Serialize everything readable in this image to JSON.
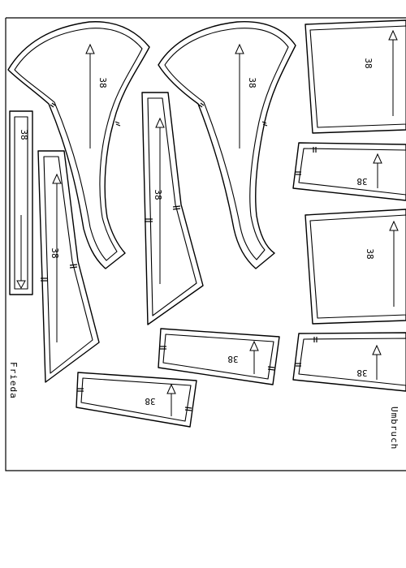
{
  "sheet": {
    "name_label": "Frieda",
    "fold_label": "Umbruch"
  },
  "pieces": {
    "size": "38"
  }
}
